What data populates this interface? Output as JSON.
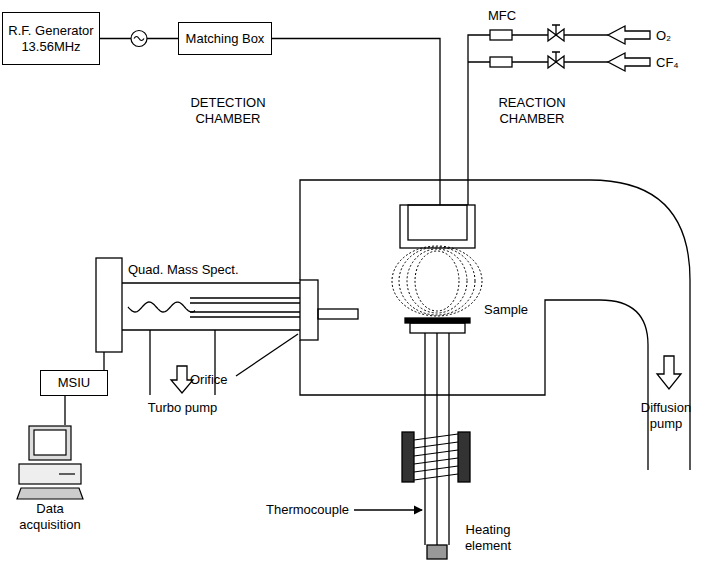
{
  "diagram": {
    "nodes": [
      {
        "text": [
          "R.F. Generator 13.56MHz"
        ]
      },
      {
        "text": [
          "Matching Box"
        ]
      },
      {
        "text": [
          "MSIU"
        ]
      },
      {
        "text": [
          "Data acquisition"
        ]
      }
    ],
    "edges": [
      {
        "from": 0,
        "to": 1,
        "arrow": "none"
      },
      {
        "from": 2,
        "to": 3,
        "arrow": "none"
      }
    ],
    "labels": [
      "DETECTION CHAMBER",
      "REACTION CHAMBER",
      "MFC",
      "O₂",
      "CF₄",
      "Quad. Mass Spect.",
      "Sample",
      "Orifice",
      "Turbo pump",
      "Diffusion pump",
      "Thermocouple",
      "Heating element"
    ]
  }
}
